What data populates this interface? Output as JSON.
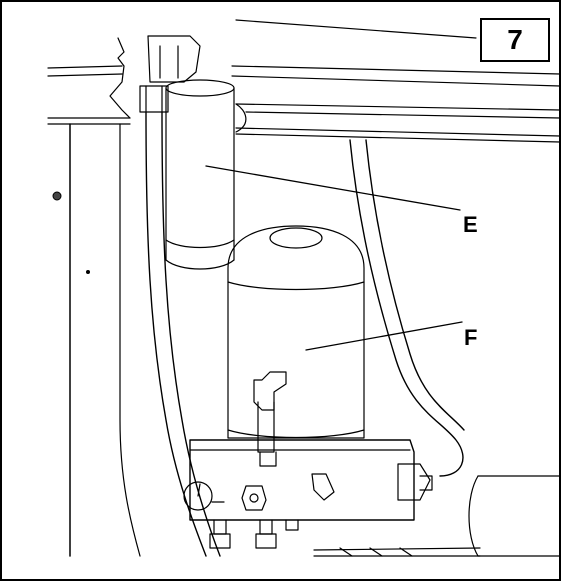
{
  "figure": {
    "number": "7",
    "callouts": [
      {
        "id": "E",
        "text": "E"
      },
      {
        "id": "F",
        "text": "F"
      }
    ]
  }
}
